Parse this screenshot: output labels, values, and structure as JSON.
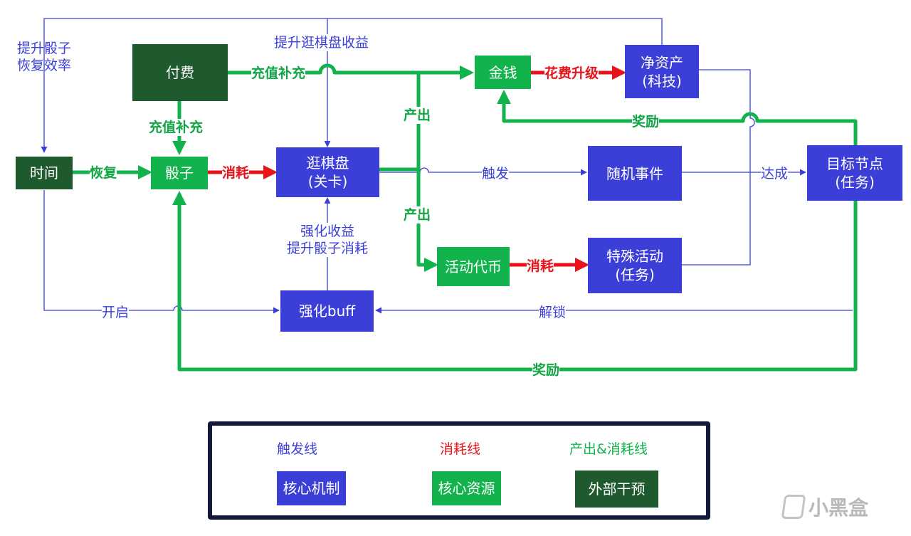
{
  "nodes": {
    "pay": "付费",
    "time": "时间",
    "dice": "骰子",
    "board_l1": "逛棋盘",
    "board_l2": "(关卡)",
    "gold": "金钱",
    "net_l1": "净资产",
    "net_l2": "(科技)",
    "random": "随机事件",
    "target_l1": "目标节点",
    "target_l2": "(任务)",
    "token": "活动代币",
    "special_l1": "特殊活动",
    "special_l2": "(任务)",
    "buff": "强化buff"
  },
  "labels": {
    "improve_dice_l1": "提升骰子",
    "improve_dice_l2": "恢复效率",
    "improve_board": "提升逛棋盘收益",
    "recharge_top": "充值补充",
    "recharge_left": "充值补充",
    "spend_upgrade": "花费升级",
    "output_top": "产出",
    "output_bottom": "产出",
    "reward_top": "奖励",
    "recover": "恢复",
    "consume_dice": "消耗",
    "trigger": "触发",
    "achieve": "达成",
    "buff_gain_l1": "强化收益",
    "buff_gain_l2": "提升骰子消耗",
    "consume_token": "消耗",
    "open": "开启",
    "unlock": "解锁",
    "reward_bottom": "奖励"
  },
  "legend": {
    "trigger_line": "触发线",
    "consume_line": "消耗线",
    "output_line": "产出&消耗线",
    "core_mech": "核心机制",
    "core_res": "核心资源",
    "external": "外部干预"
  },
  "watermark": "小黑盒",
  "colors": {
    "blue": "#3b3fd8",
    "green": "#12b34c",
    "dark_green": "#1f5a2f",
    "red": "#e8141a",
    "legend_border": "#14193a"
  }
}
